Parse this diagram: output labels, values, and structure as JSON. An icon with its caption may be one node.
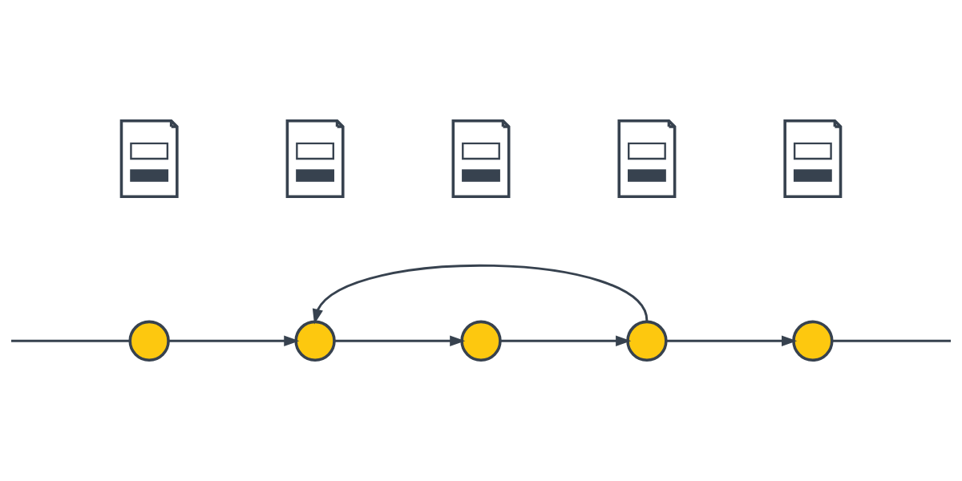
{
  "diagram": {
    "nodes": [
      {
        "text": [],
        "shape": "picture"
      },
      {
        "text": [],
        "shape": "picture"
      },
      {
        "text": [],
        "shape": "picture"
      },
      {
        "text": [],
        "shape": "picture"
      },
      {
        "text": [],
        "shape": "picture"
      },
      {
        "text": [],
        "shape": "circle"
      },
      {
        "text": [],
        "shape": "circle"
      },
      {
        "text": [],
        "shape": "circle"
      },
      {
        "text": [],
        "shape": "circle"
      },
      {
        "text": [],
        "shape": "circle"
      }
    ],
    "edges": [
      {
        "from": null,
        "to": 5,
        "arrow": "none"
      },
      {
        "from": 5,
        "to": 6,
        "arrow": "to"
      },
      {
        "from": 6,
        "to": 7,
        "arrow": "to"
      },
      {
        "from": 7,
        "to": 8,
        "arrow": "to"
      },
      {
        "from": 8,
        "to": 9,
        "arrow": "to"
      },
      {
        "from": 9,
        "to": null,
        "arrow": "none"
      },
      {
        "from": 8,
        "to": 6,
        "arrow": "to"
      }
    ]
  }
}
